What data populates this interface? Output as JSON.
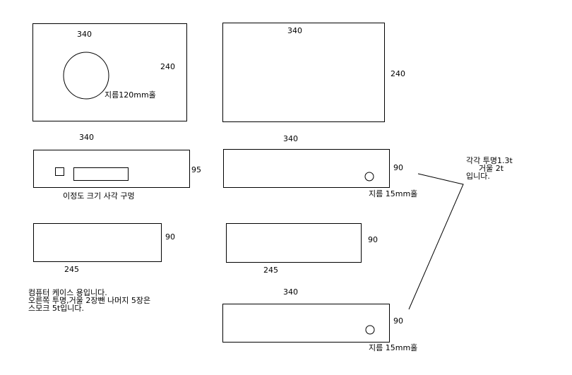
{
  "panels": {
    "front": {
      "width": "340",
      "height": "240",
      "hole": "지름120mm홀"
    },
    "back": {
      "width": "340",
      "height": "240"
    },
    "top_front": {
      "width": "340",
      "height": "95",
      "hole": "이정도 크기 사각 구멍"
    },
    "top_back": {
      "width": "340",
      "height": "90",
      "hole": "지름 15mm홀"
    },
    "side_left": {
      "width": "245",
      "height": "90"
    },
    "side_right": {
      "width": "245",
      "height": "90"
    },
    "bottom": {
      "width": "340",
      "height": "90",
      "hole": "지름 15mm홀"
    }
  },
  "notes": {
    "description": [
      "컴퓨터 케이스 용입니다.",
      "오른쪽 투명,거울 2장뺀 나머지 5장은",
      "스모크 5t입니다."
    ],
    "material": [
      "각각 투명1.3t",
      "거울 2t",
      "입니다."
    ]
  }
}
